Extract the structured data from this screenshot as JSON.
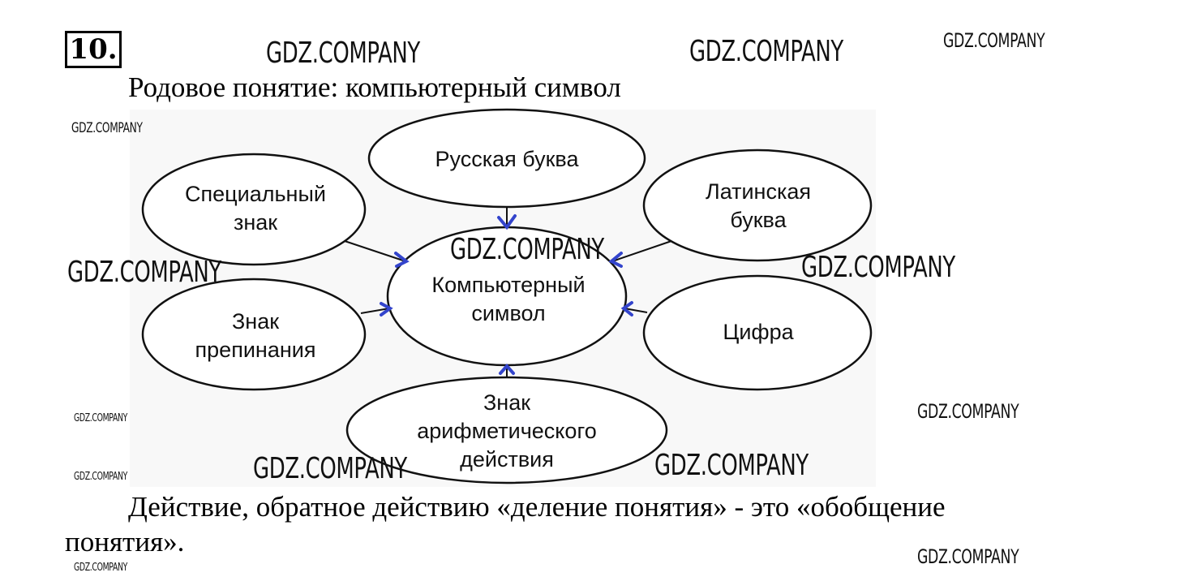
{
  "task_number": "10.",
  "generic_concept_line": "Родовое понятие: компьютерный символ",
  "diagram": {
    "center": [
      "Компьютерный",
      "символ"
    ],
    "nodes": [
      {
        "id": "russian",
        "lines": [
          "Русская буква"
        ]
      },
      {
        "id": "special",
        "lines": [
          "Специальный",
          "знак"
        ]
      },
      {
        "id": "latin",
        "lines": [
          "Латинская",
          "буква"
        ]
      },
      {
        "id": "punct",
        "lines": [
          "Знак",
          "препинания"
        ]
      },
      {
        "id": "digit",
        "lines": [
          "Цифра"
        ]
      },
      {
        "id": "arith",
        "lines": [
          "Знак",
          "арифметического",
          "действия"
        ]
      }
    ],
    "arrow_color": "#3344cc"
  },
  "conclusion_line1": "Действие, обратное действию «деление понятия» - это «обобщение",
  "conclusion_line2": "понятия».",
  "watermark": "GDZ.COMPANY"
}
